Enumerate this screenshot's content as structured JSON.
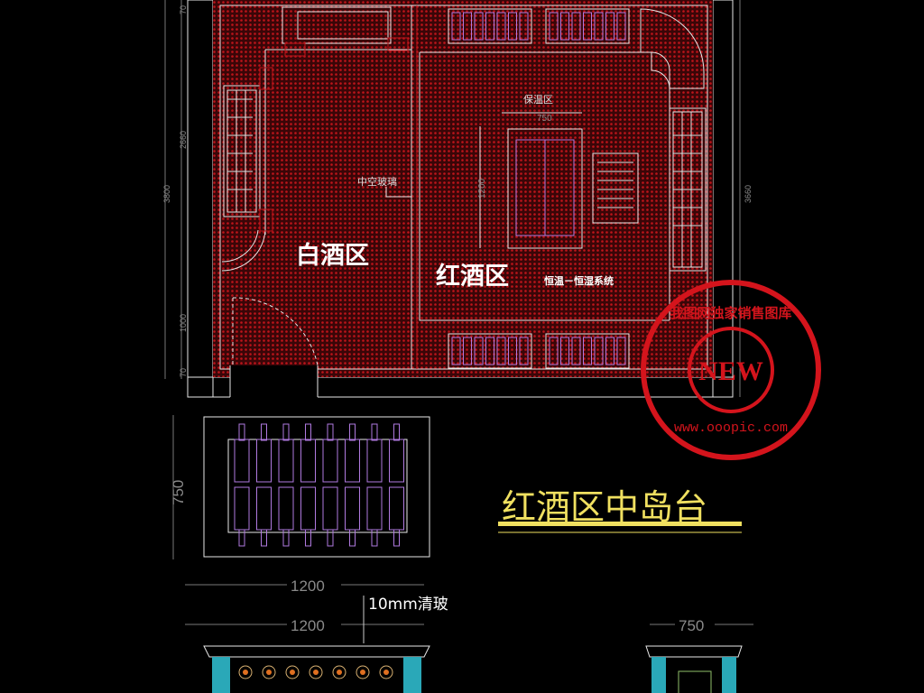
{
  "plan": {
    "dims_left": [
      "70",
      "2660",
      "3800",
      "1000",
      "70"
    ],
    "dim_right": "3660",
    "insulation_zone": "保温区",
    "island_width": "750",
    "island_length": "1200",
    "hollow_glass": "中空玻璃",
    "baijiu_zone": "白酒区",
    "wine_zone": "红酒区",
    "climate_system": "恒温－恒湿系统"
  },
  "detail": {
    "title": "红酒区中岛台",
    "dim_depth": "750",
    "dim_top_width": "1200",
    "dim_front_width": "1200",
    "glass_note": "10mm清玻",
    "dim_side_width": "750"
  },
  "stamp": {
    "ring_text": "我图网独家销售图库",
    "center_text": "NEW",
    "url_text": "www.ooopic.com",
    "color": "#d4141c"
  },
  "colors": {
    "background": "#000000",
    "line": "#e8e8e8",
    "wall": "#c0141a",
    "furniture": "#b07ae0",
    "title": "#f0e060"
  }
}
